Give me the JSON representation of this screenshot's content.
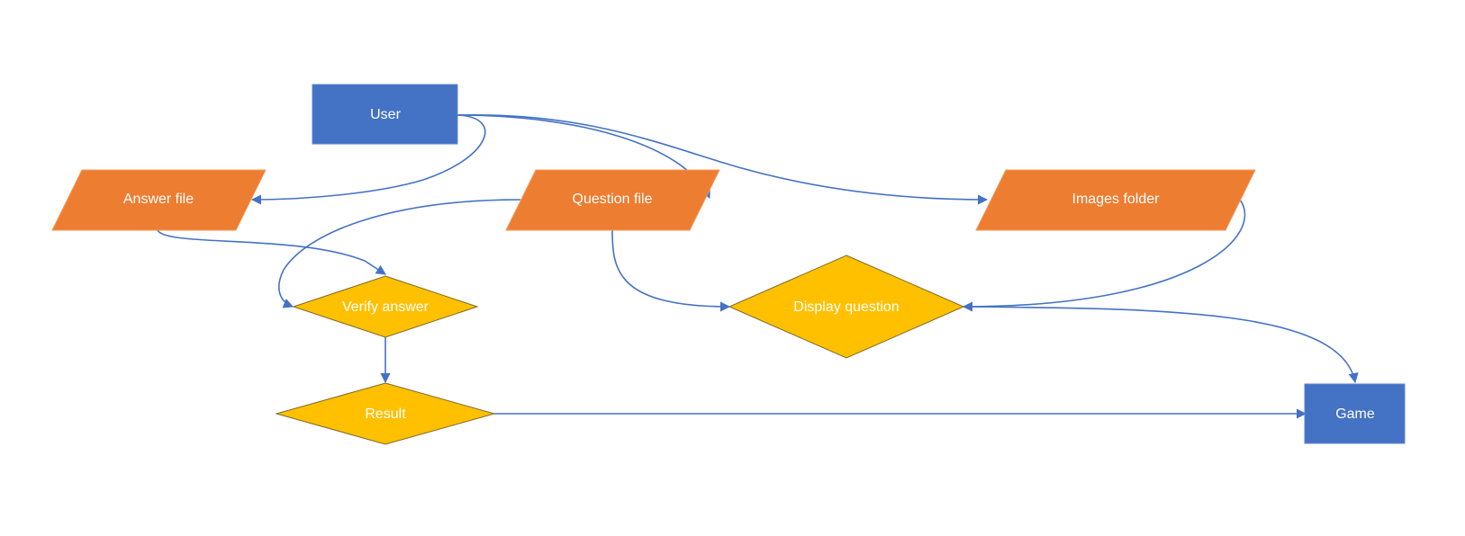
{
  "colors": {
    "process": "#4472C4",
    "data": "#ED7D31",
    "decision": "#FFC000",
    "edge": "#4472C4",
    "label": "#FFFFFF"
  },
  "nodes": {
    "user": {
      "label": "User",
      "shape": "rectangle"
    },
    "answer_file": {
      "label": "Answer file",
      "shape": "parallelogram"
    },
    "question_file": {
      "label": "Question file",
      "shape": "parallelogram"
    },
    "images_folder": {
      "label": "Images folder",
      "shape": "parallelogram"
    },
    "verify_answer": {
      "label": "Verify answer",
      "shape": "diamond"
    },
    "display_question": {
      "label": "Display question",
      "shape": "diamond"
    },
    "result": {
      "label": "Result",
      "shape": "diamond"
    },
    "game": {
      "label": "Game",
      "shape": "rectangle"
    }
  },
  "edges": [
    {
      "from": "user",
      "to": "answer_file"
    },
    {
      "from": "user",
      "to": "question_file"
    },
    {
      "from": "user",
      "to": "images_folder"
    },
    {
      "from": "answer_file",
      "to": "verify_answer"
    },
    {
      "from": "question_file",
      "to": "verify_answer"
    },
    {
      "from": "question_file",
      "to": "display_question"
    },
    {
      "from": "images_folder",
      "to": "display_question"
    },
    {
      "from": "display_question",
      "to": "game"
    },
    {
      "from": "verify_answer",
      "to": "result"
    },
    {
      "from": "result",
      "to": "game"
    }
  ]
}
